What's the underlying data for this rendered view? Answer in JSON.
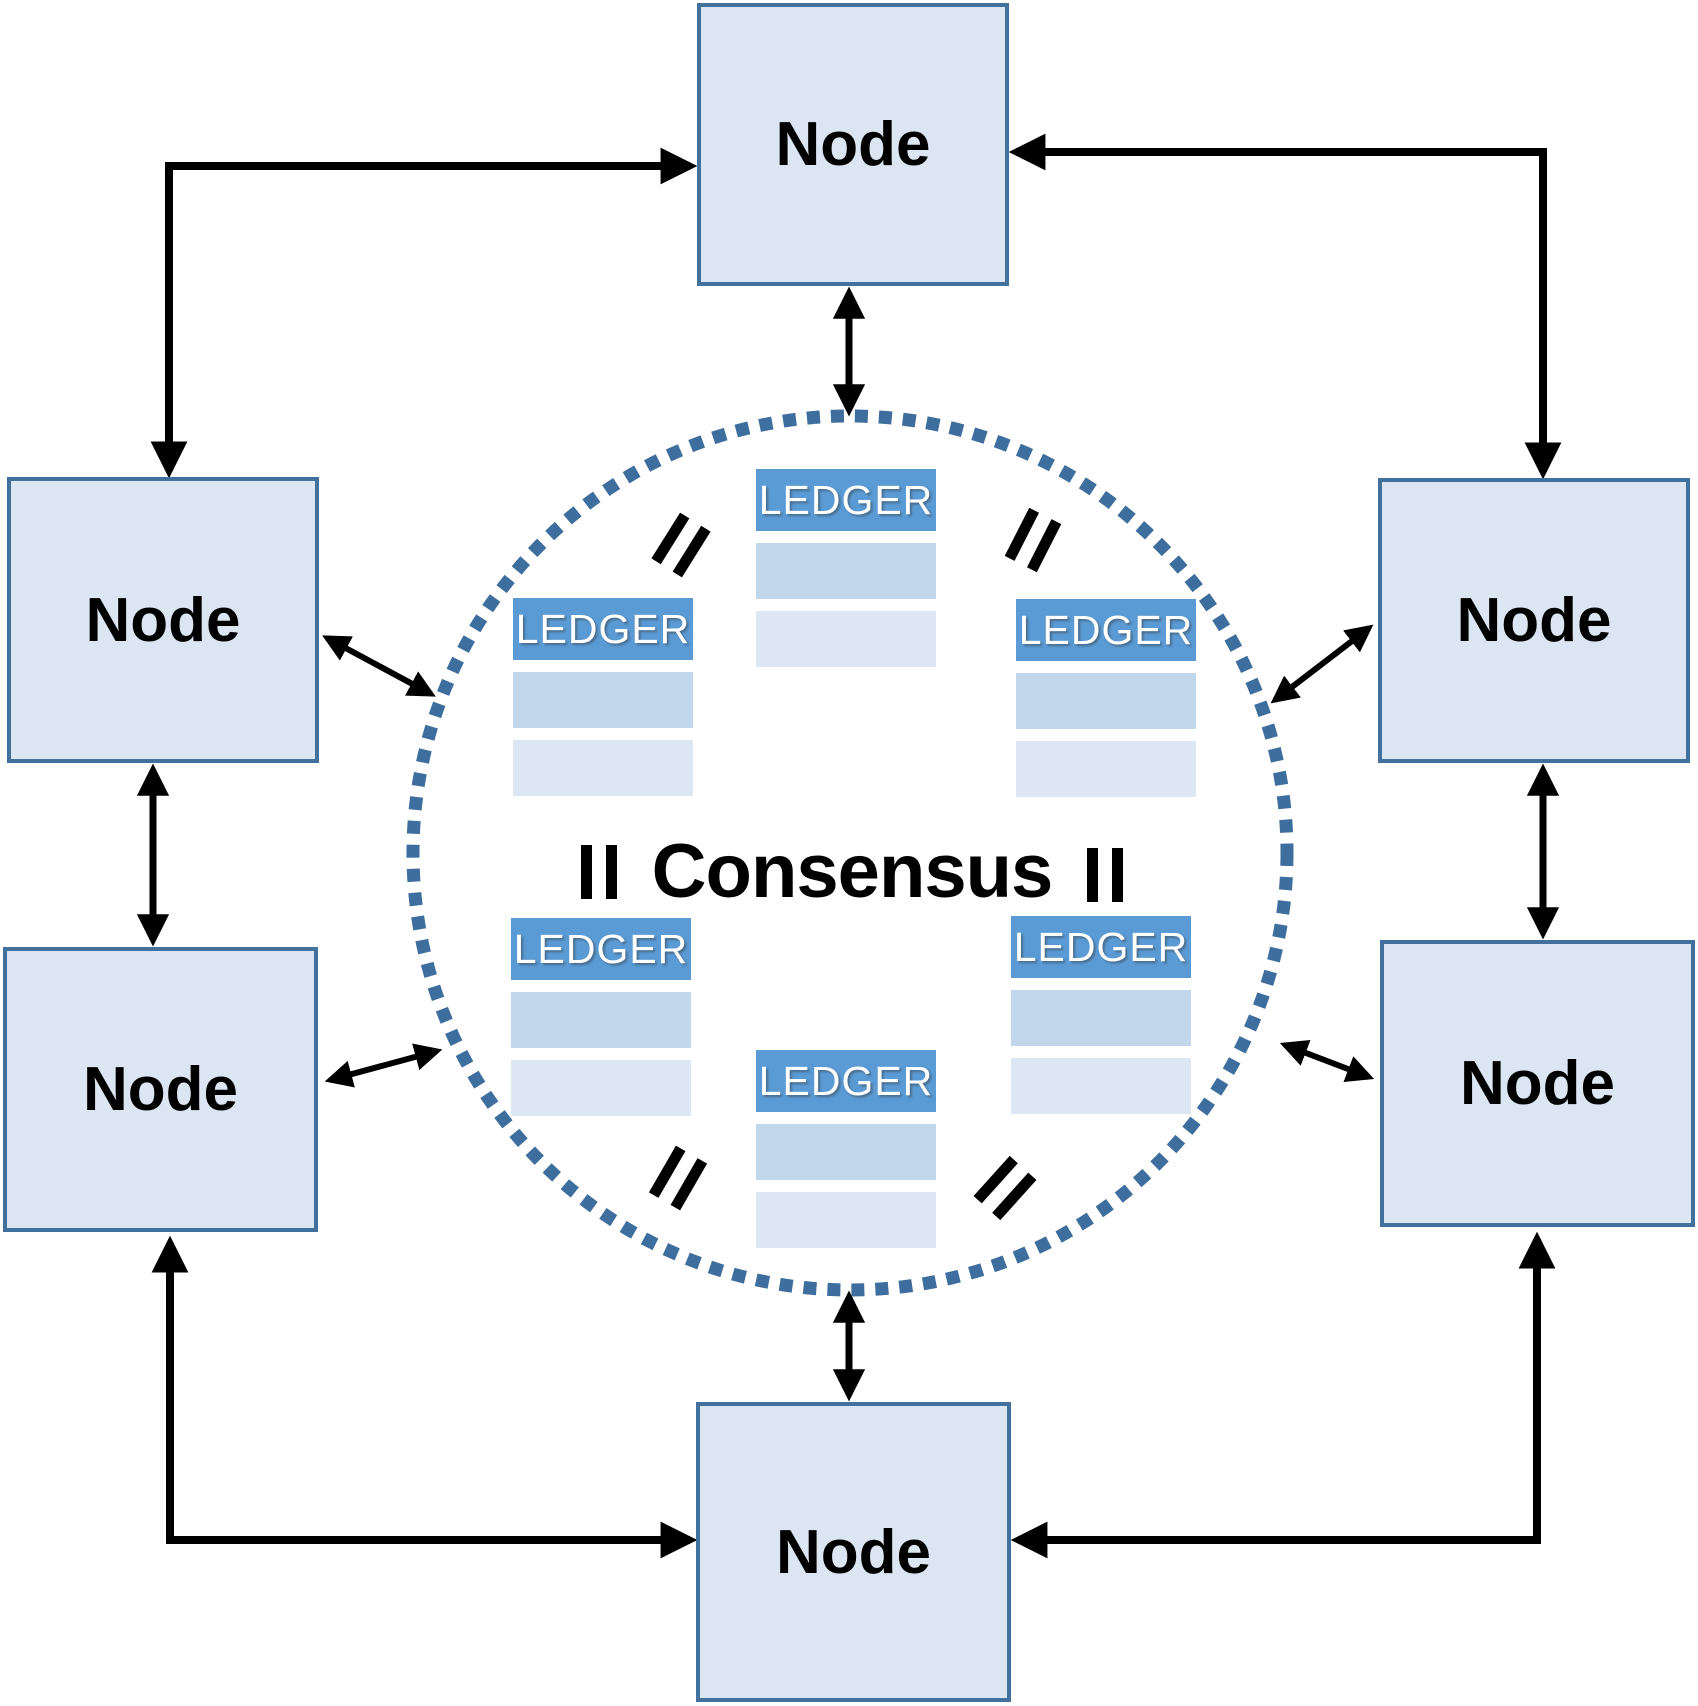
{
  "diagram": {
    "type": "peer-to-peer-consensus-network",
    "consensus": {
      "label": "Consensus"
    },
    "nodes": [
      {
        "id": "node-top",
        "label": "Node"
      },
      {
        "id": "node-upper-left",
        "label": "Node"
      },
      {
        "id": "node-upper-right",
        "label": "Node"
      },
      {
        "id": "node-lower-left",
        "label": "Node"
      },
      {
        "id": "node-lower-right",
        "label": "Node"
      },
      {
        "id": "node-bottom",
        "label": "Node"
      }
    ],
    "ledgers": [
      {
        "id": "ledger-top-center",
        "label": "LEDGER"
      },
      {
        "id": "ledger-mid-left",
        "label": "LEDGER"
      },
      {
        "id": "ledger-mid-right",
        "label": "LEDGER"
      },
      {
        "id": "ledger-lower-left",
        "label": "LEDGER"
      },
      {
        "id": "ledger-lower-right",
        "label": "LEDGER"
      },
      {
        "id": "ledger-bottom-center",
        "label": "LEDGER"
      }
    ],
    "equality_marks": {
      "symbol": "=",
      "count": 6,
      "meaning": "ledgers are identical"
    },
    "connections": {
      "node_to_node": "double-headed elbow and straight arrows between adjacent nodes",
      "node_to_consensus": "double-headed arrows between each node and the dotted consensus ring"
    },
    "colors": {
      "background": "#ffffff",
      "node_fill": "#dce6f2",
      "node_border": "#41719c",
      "node_text": "#000000",
      "ledger_header": "#5b9bd5",
      "ledger_header_text": "#ffffff",
      "ledger_row_medium": "#c3d7ec",
      "ledger_row_light": "#dce7f3",
      "consensus_ring": "#3d6e9e",
      "arrows": "#000000"
    }
  }
}
